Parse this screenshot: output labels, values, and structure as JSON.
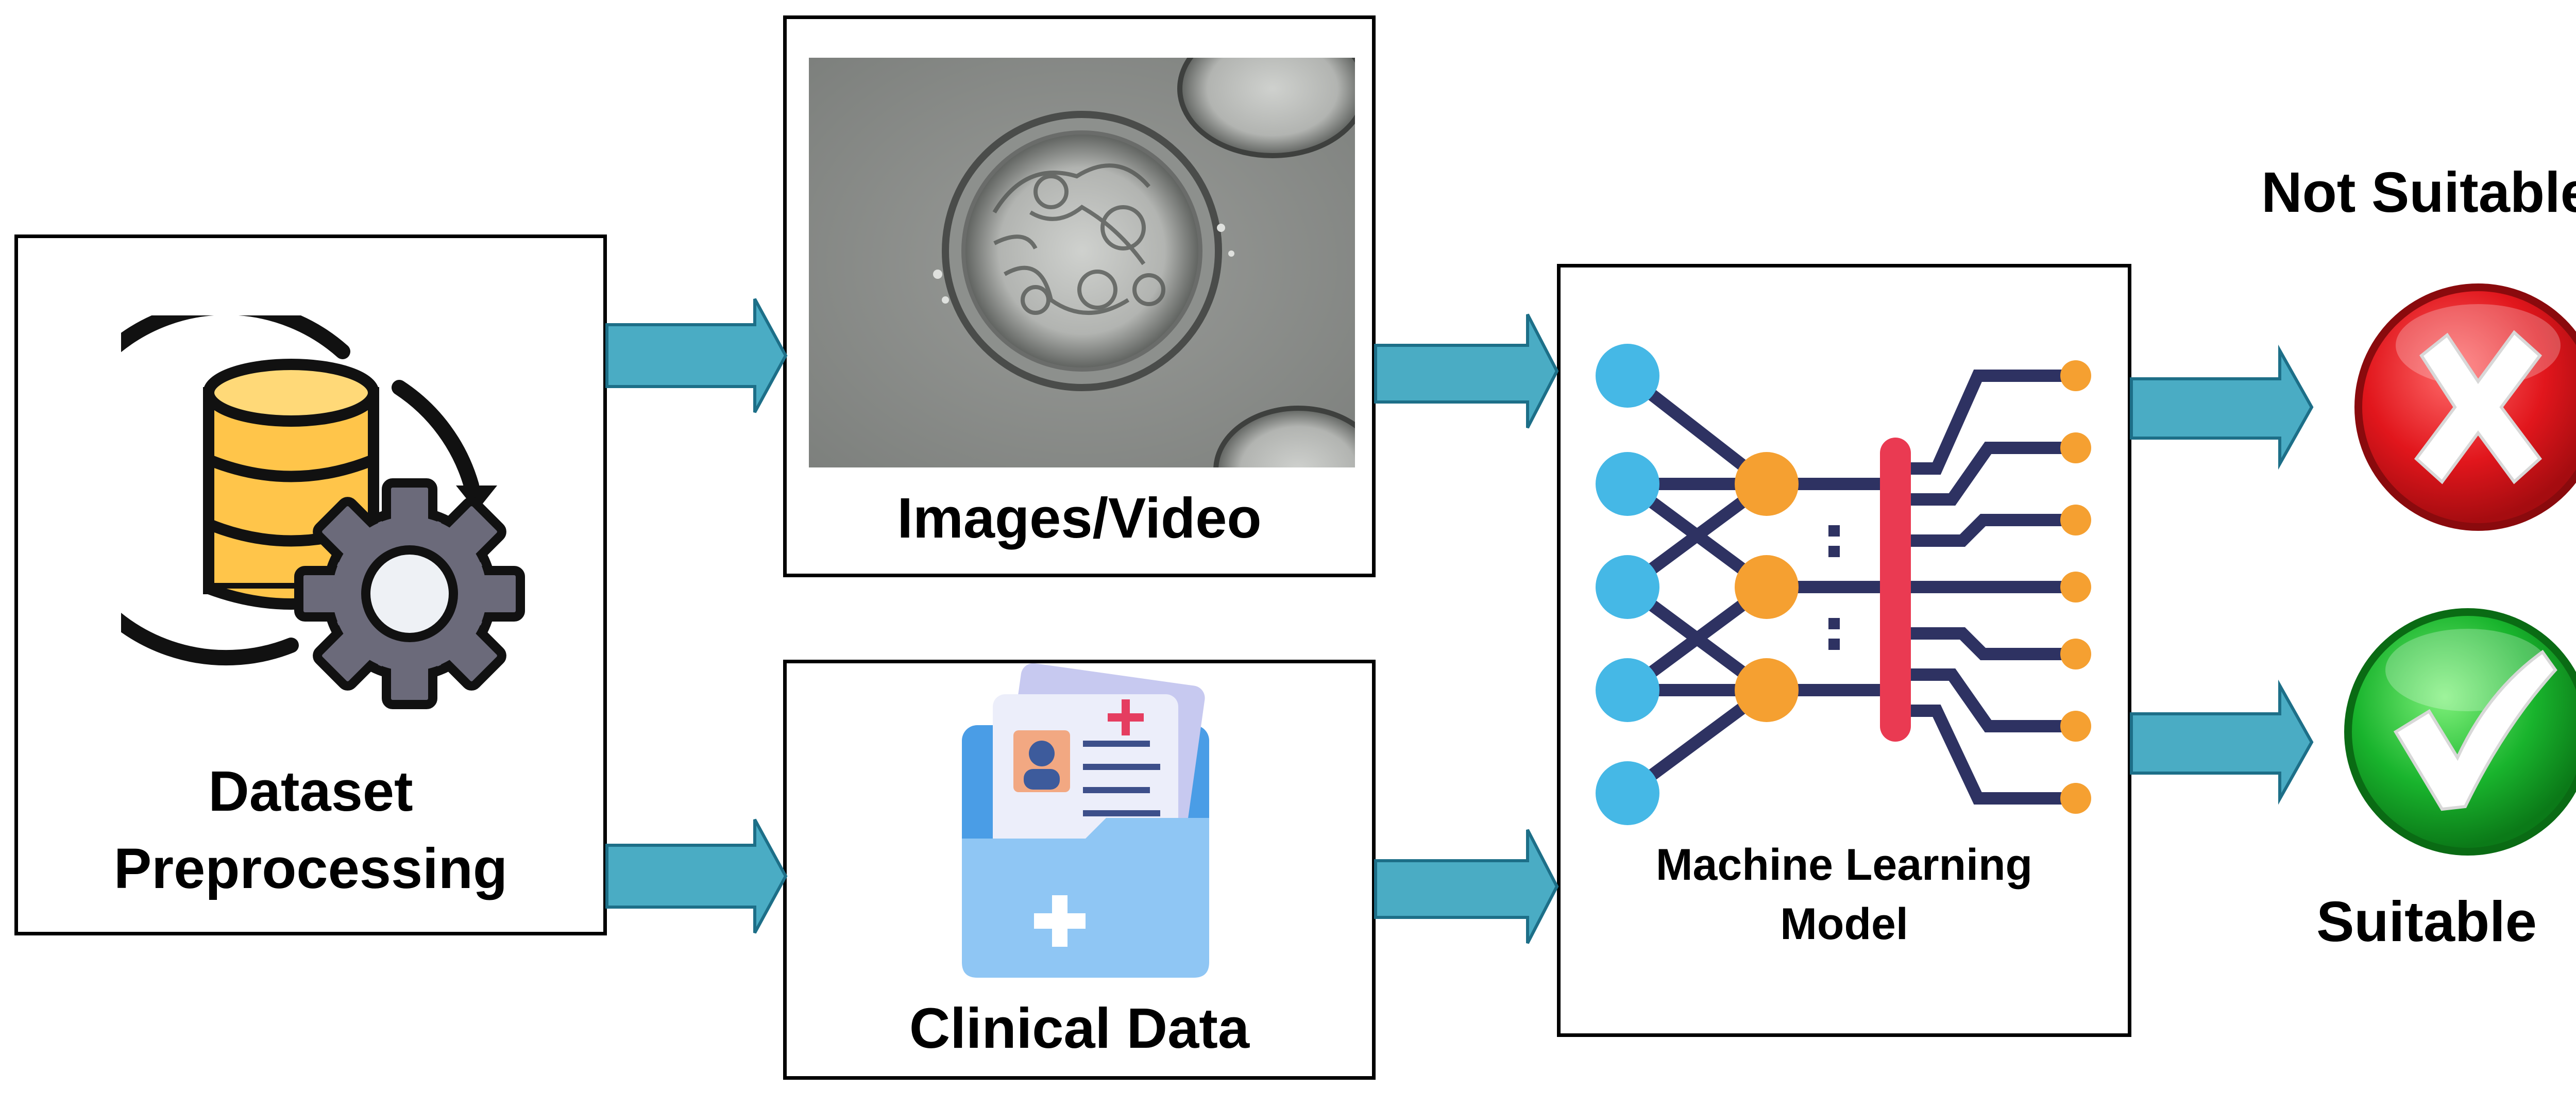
{
  "preprocess": {
    "line1": "Dataset",
    "line2": "Preprocessing",
    "icon": "database-gear-icon"
  },
  "images": {
    "label": "Images/Video",
    "icon": "embryo-microscopy-image"
  },
  "clinical": {
    "label": "Clinical Data",
    "icon": "medical-folder-icon"
  },
  "model": {
    "line1": "Machine Learning",
    "line2": "Model",
    "icon": "neural-network-icon"
  },
  "outcomes": {
    "not_suitable": "Not Suitable",
    "suitable": "Suitable"
  },
  "colors": {
    "arrow": "#4aacc4",
    "arrow_border": "#1d6f88",
    "database": "#ffc54a",
    "gear": "#6b6a7a",
    "input_node": "#45b8e6",
    "hidden_node": "#f5a031",
    "network_line": "#2e3262",
    "network_bar": "#ea3a52",
    "reject": "#e1161c",
    "accept": "#19b42d"
  }
}
